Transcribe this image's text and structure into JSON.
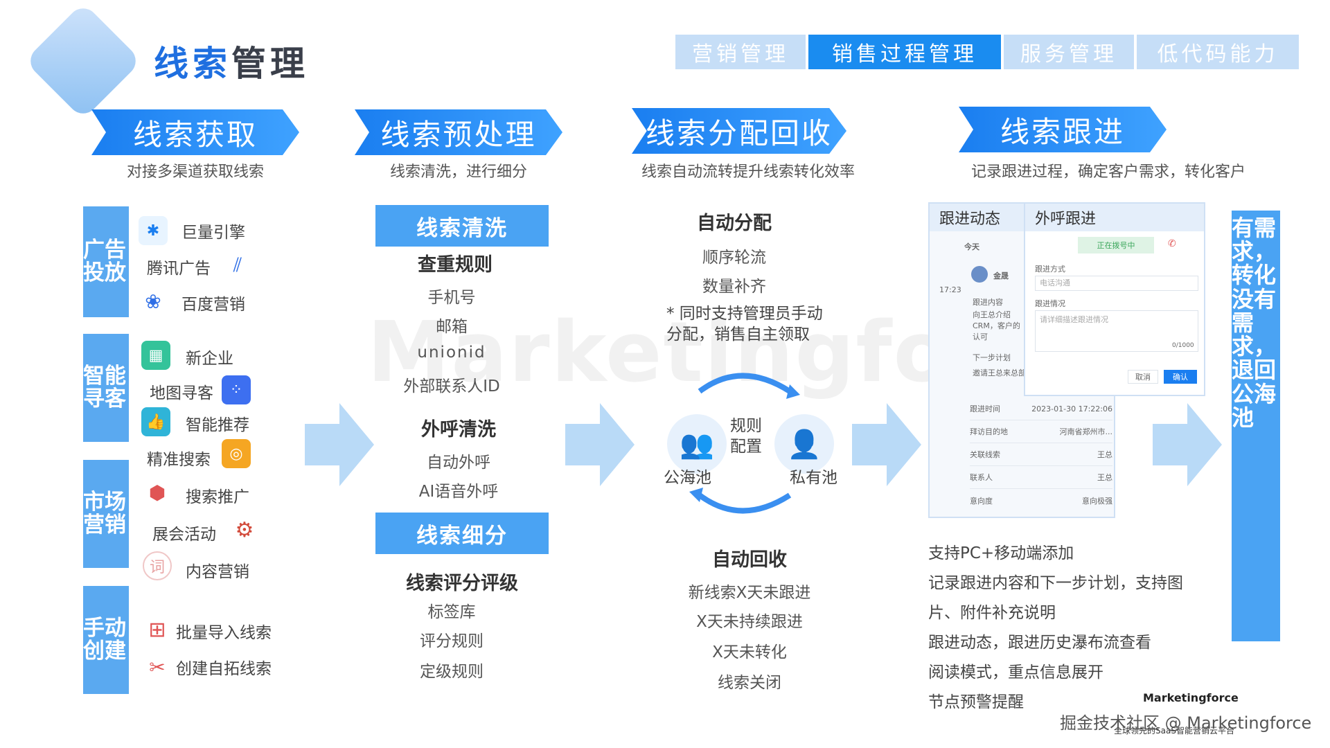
{
  "header": {
    "title_part1": "线索",
    "title_part2": "管理",
    "tabs": [
      {
        "label": "营销管理"
      },
      {
        "label": "销售过程管理"
      },
      {
        "label": "服务管理"
      },
      {
        "label": "低代码能力"
      }
    ]
  },
  "watermark": "Marketingforce",
  "stages": [
    {
      "title": "线索获取",
      "subtitle": "对接多渠道获取线索"
    },
    {
      "title": "线索预处理",
      "subtitle": "线索清洗，进行细分"
    },
    {
      "title": "线索分配回收",
      "subtitle": "线索自动流转提升线索转化效率"
    },
    {
      "title": "线索跟进",
      "subtitle": "记录跟进过程，确定客户需求，转化客户"
    }
  ],
  "acquisition": {
    "groups": [
      {
        "label": "广告投放",
        "items": [
          "巨量引擎",
          "腾讯广告",
          "百度营销"
        ]
      },
      {
        "label": "智能寻客",
        "items": [
          "新企业",
          "地图寻客",
          "智能推荐",
          "精准搜索"
        ]
      },
      {
        "label": "市场营销",
        "items": [
          "搜索推广",
          "展会活动",
          "内容营销"
        ]
      },
      {
        "label": "手动创建",
        "items": [
          "批量导入线索",
          "创建自拓线索"
        ]
      }
    ]
  },
  "preprocess": {
    "clean_box": "线索清洗",
    "dedup_title": "查重规则",
    "dedup_items": [
      "手机号",
      "邮箱",
      "unionid",
      "外部联系人ID"
    ],
    "call_title": "外呼清洗",
    "call_items": [
      "自动外呼",
      "AI语音外呼"
    ],
    "segment_box": "线索细分",
    "score_title": "线索评分评级",
    "score_items": [
      "标签库",
      "评分规则",
      "定级规则"
    ]
  },
  "distribution": {
    "auto_assign_title": "自动分配",
    "auto_assign_items": [
      "顺序轮流",
      "数量补齐"
    ],
    "note": "* 同时支持管理员手动分配，销售自主领取",
    "rule_config": "规则\n配置",
    "public_pool": "公海池",
    "private_pool": "私有池",
    "auto_recycle_title": "自动回收",
    "auto_recycle_items": [
      "新线索X天未跟进",
      "X天未持续跟进",
      "X天未转化",
      "线索关闭"
    ]
  },
  "followup": {
    "tab_dynamic": "跟进动态",
    "tab_call": "外呼跟进",
    "today": "今天",
    "time": "17:23",
    "user": "金晟",
    "content_label": "跟进内容",
    "content_text": "向王总介绍CRM，客户的认可",
    "next_label": "下一步计划",
    "next_text": "邀请王总来总部",
    "calling": "正在拨号中",
    "method_label": "跟进方式",
    "method_placeholder": "电话沟通",
    "situation_label": "跟进情况",
    "situation_placeholder": "请详细描述跟进情况",
    "counter": "0/1000",
    "cancel": "取消",
    "confirm": "确认",
    "fields": [
      {
        "k": "跟进时间",
        "v": "2023-01-30 17:22:06"
      },
      {
        "k": "拜访目的地",
        "v": "河南省郑州市..."
      },
      {
        "k": "关联线索",
        "v": "王总"
      },
      {
        "k": "联系人",
        "v": "王总"
      },
      {
        "k": "意向度",
        "v": "意向极强"
      }
    ],
    "descriptions": [
      "支持PC+移动端添加",
      "记录跟进内容和下一步计划，支持图",
      "片、附件补充说明",
      "跟进动态，跟进历史瀑布流查看",
      "阅读模式，重点信息展开",
      "节点预警提醒"
    ]
  },
  "right_banner": "有需求，转化 没有需求，退回公海池",
  "footer": {
    "brand": "Marketingforce",
    "slogan": "全球领先的SaaS智能营销云平台",
    "credit": "掘金技术社区 @ Marketingforce"
  },
  "colors": {
    "primary": "#1a7ef0",
    "light": "#b9daf7",
    "bar": "#5aa9f0"
  }
}
